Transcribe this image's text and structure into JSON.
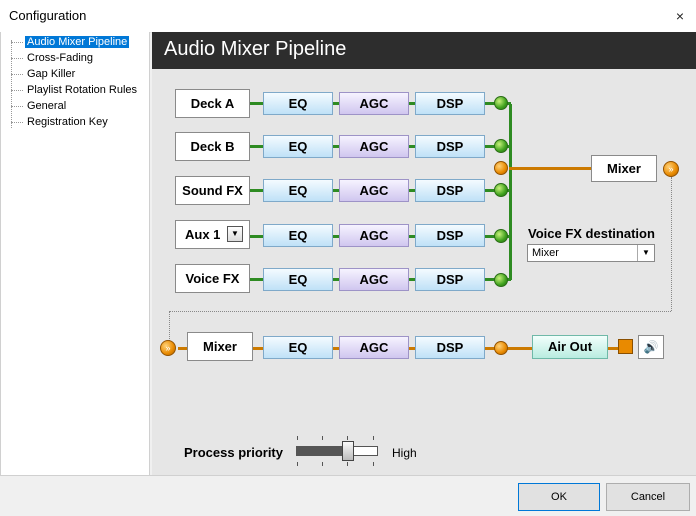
{
  "window": {
    "title": "Configuration",
    "close_glyph": "×"
  },
  "tree": {
    "items": [
      {
        "label": "Audio Mixer Pipeline",
        "selected": true
      },
      {
        "label": "Cross-Fading"
      },
      {
        "label": "Gap Killer"
      },
      {
        "label": "Playlist Rotation Rules"
      },
      {
        "label": "General"
      },
      {
        "label": "Registration Key"
      }
    ]
  },
  "panel": {
    "title": "Audio Mixer Pipeline"
  },
  "pipeline": {
    "sources": [
      "Deck A",
      "Deck B",
      "Sound FX",
      "Aux 1",
      "Voice FX"
    ],
    "eq_label": "EQ",
    "agc_label": "AGC",
    "dsp_label": "DSP",
    "mixer_label": "Mixer",
    "output": {
      "mixer_label": "Mixer",
      "eq_label": "EQ",
      "agc_label": "AGC",
      "dsp_label": "DSP",
      "air_out_label": "Air Out"
    },
    "aux_dropdown_glyph": "▼",
    "arrow_glyph": "»",
    "speaker_glyph": "🔊"
  },
  "voice_fx": {
    "label": "Voice FX destination",
    "selected": "Mixer",
    "arrow_glyph": "▼"
  },
  "priority": {
    "label": "Process priority",
    "value_label": "High",
    "level": 0.7
  },
  "buttons": {
    "ok": "OK",
    "cancel": "Cancel"
  },
  "colors": {
    "signal_green": "#2e8b22",
    "signal_orange": "#cc7a00",
    "header_bg": "#2d2d2d",
    "selection": "#0078d7"
  }
}
